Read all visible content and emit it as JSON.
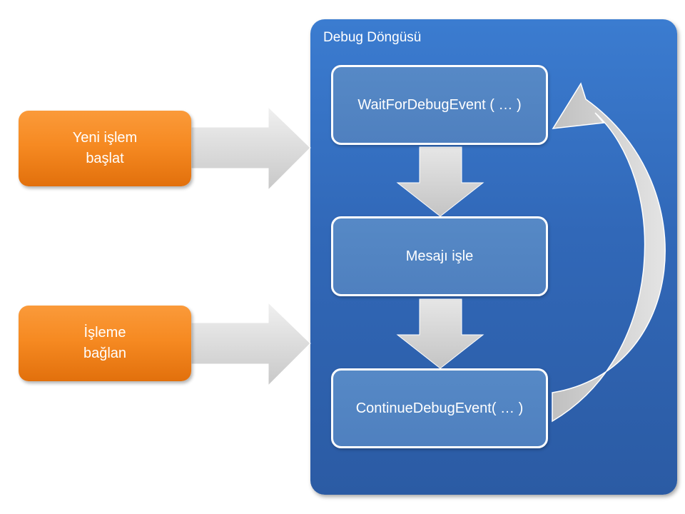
{
  "diagram": {
    "loop_title": "Debug Döngüsü",
    "steps": [
      {
        "label": "WaitForDebugEvent ( … )"
      },
      {
        "label": "Mesajı işle"
      },
      {
        "label": "ContinueDebugEvent( … )"
      }
    ],
    "sources": [
      {
        "line1": "Yeni işlem",
        "line2": "başlat"
      },
      {
        "line1": "İşleme",
        "line2": "bağlan"
      }
    ],
    "colors": {
      "loop_background": "#3168b8",
      "step_fill": "#4f80bf",
      "source_fill": "#f68a22",
      "arrow_fill": "#d9d9d9"
    }
  }
}
